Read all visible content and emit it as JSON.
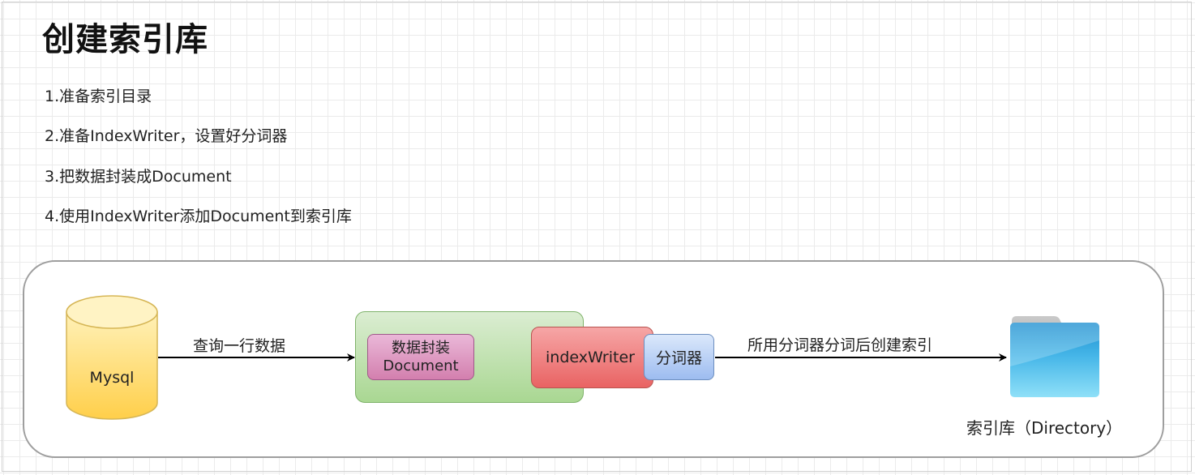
{
  "title": "创建索引库",
  "steps": [
    "1.准备索引目录",
    "2.准备IndexWriter，设置好分词器",
    "3.把数据封装成Document",
    "4.使用IndexWriter添加Document到索引库"
  ],
  "diagram": {
    "db_label": "Mysql",
    "query_label": "查询一行数据",
    "wrap_label_line1": "数据封装",
    "wrap_label_line2": "Document",
    "writer_label": "indexWriter",
    "analyzer_label": "分词器",
    "create_label": "所用分词器分词后创建索引",
    "folder_label": "索引库（Directory）"
  },
  "colors": {
    "db_fill": "#ffd966",
    "group_fill": "#b9e0a5",
    "document_fill": "#e6a0c4",
    "writer_fill": "#f19c99",
    "analyzer_fill": "#a9c4eb",
    "folder_fill": "#5ec8f0"
  }
}
